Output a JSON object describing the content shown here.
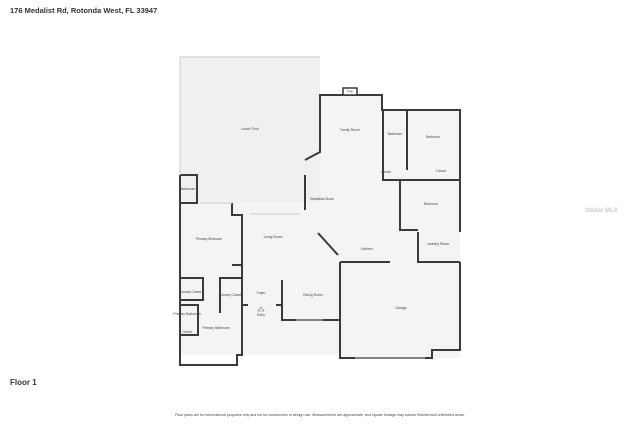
{
  "header": {
    "address": "176 Medalist Rd, Rotonda West, FL 33947"
  },
  "floor_label": "Floor 1",
  "watermark": "Stellar MLS",
  "disclaimer": "Floor plans are for informational purposes only and not for construction or design use. Measurements are approximate, and square footage may include finished and unfinished areas.",
  "rooms": {
    "lanai": "Lanai / Pool",
    "family": "Family Room",
    "fire": "Fire",
    "bath1": "Bathroom",
    "bed1": "Bedroom",
    "closet1": "Closet",
    "closet2": "Closet",
    "bath2": "Bathroom",
    "nook": "Breakfast Nook",
    "bed2": "Bedroom",
    "primary_bed": "Primary Bedroom",
    "living": "Living Room",
    "kitchen": "Kitchen",
    "laundry": "Laundry Room",
    "primary_closet1": "Primary Closet",
    "primary_closet2": "Primary Closet",
    "foyer": "Foyer",
    "entry": "Entry",
    "dining": "Dining Room",
    "garage": "Garage",
    "primary_bath": "Primary Bathroom",
    "primary_bath_small": "Primary Bathroom",
    "closet3": "Closet"
  },
  "colors": {
    "wall": "#3a3a3a",
    "floor": "#f4f4f4"
  }
}
